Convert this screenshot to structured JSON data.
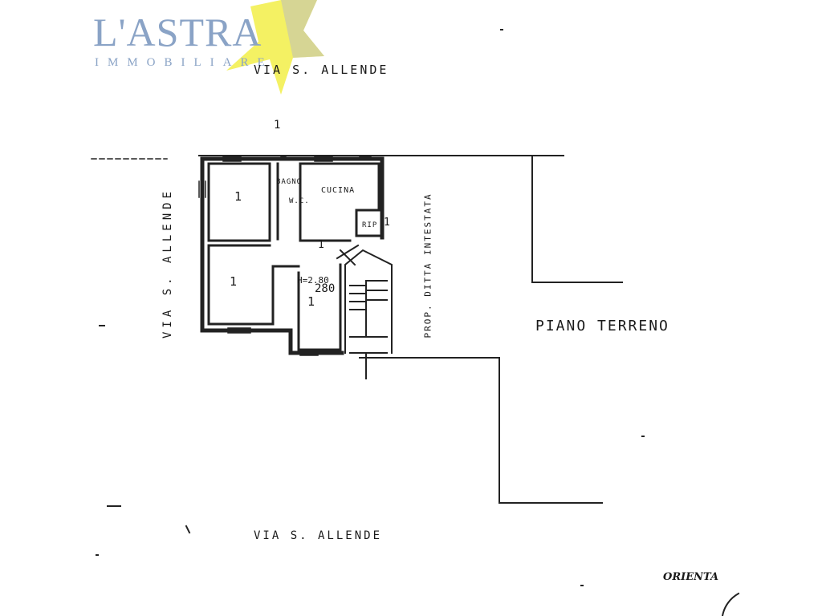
{
  "logo": {
    "brand": "L'ASTRA",
    "subtitle": "IMMOBILIARE",
    "accent_color": "#8aa3c6",
    "star_color": "#f3ef52"
  },
  "plan": {
    "street_top": "VIA S. ALLENDE",
    "street_left": "VIA S. ALLENDE",
    "street_bottom": "VIA S. ALLENDE",
    "floor_label": "PIANO TERRENO",
    "orientation_label": "ORIENTA",
    "rooms": {
      "kitchen": "CUCINA",
      "bath": "BAGNO",
      "wc": "W.C.",
      "storage": "RIP",
      "height": "H=2.80",
      "neighbour": "PROP. DITTA INTESTATA"
    },
    "marks": {
      "room1": "1",
      "room2": "1",
      "hall": "1",
      "living": "1",
      "top": "1",
      "kitchen_side": "1",
      "overwrite": "280"
    }
  }
}
